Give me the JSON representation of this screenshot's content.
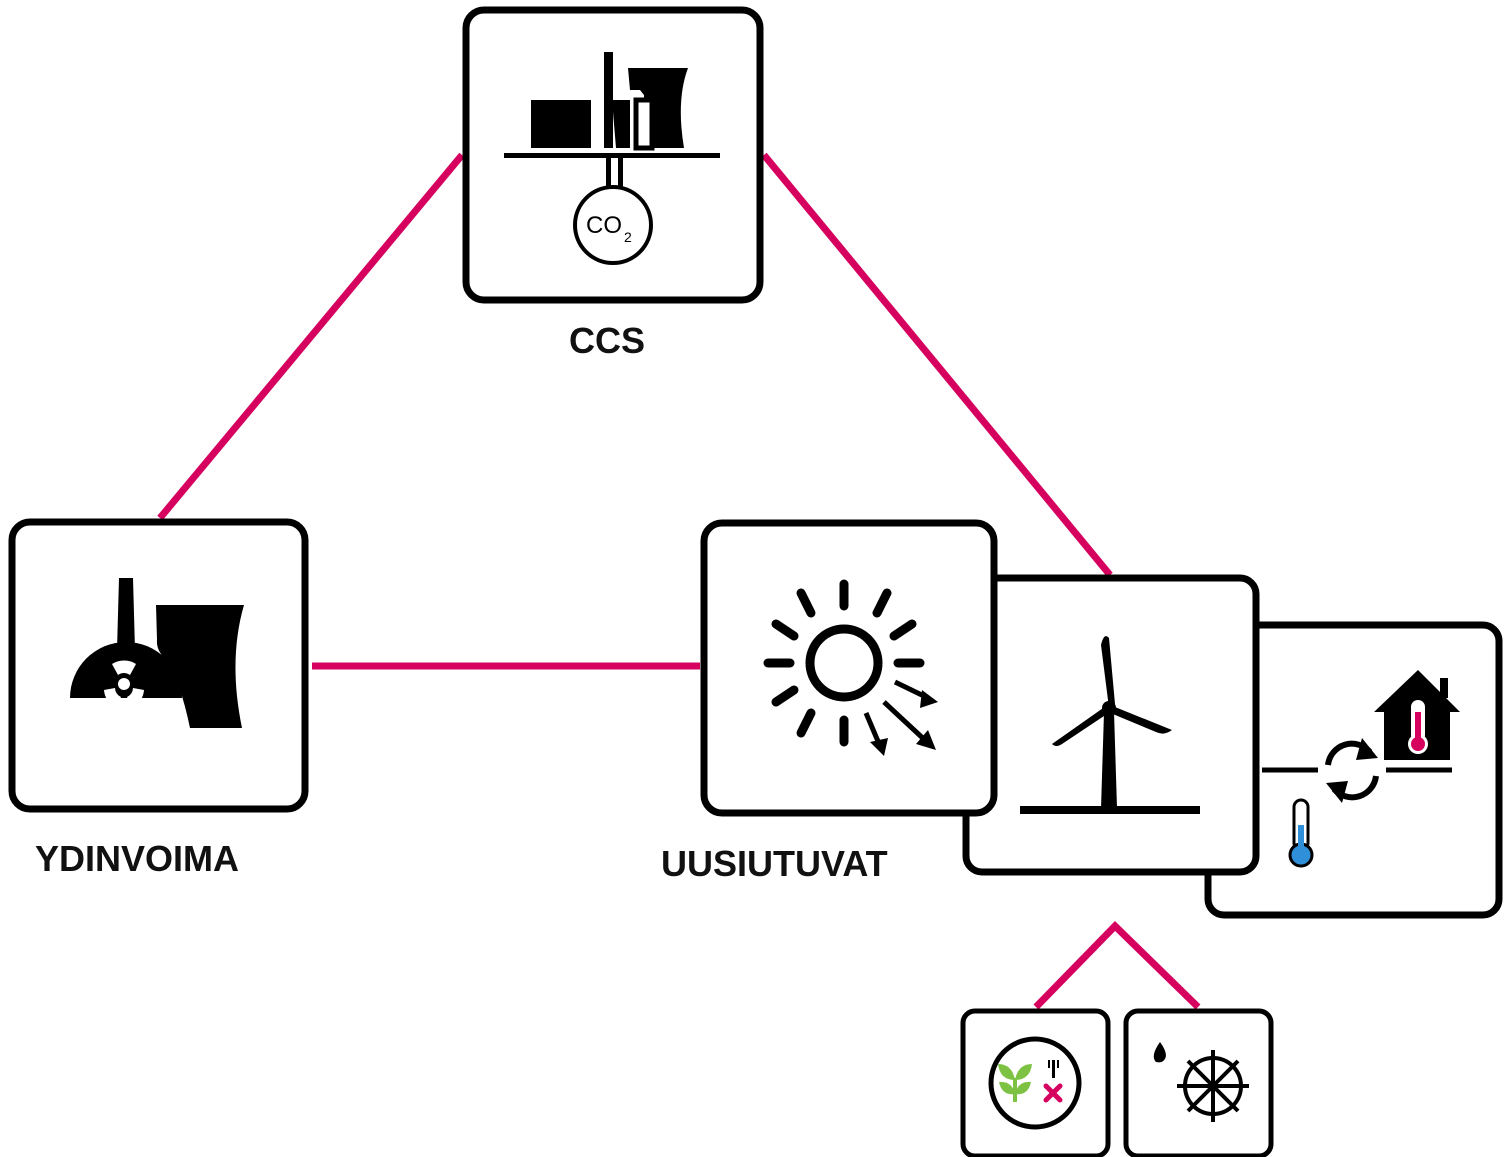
{
  "labels": {
    "ccs": "CCS",
    "nuclear": "YDINVOIMA",
    "renewables": "UUSIUTUVAT"
  },
  "icons": {
    "ccs": "ccs-plant-co2-storage-icon",
    "nuclear": "nuclear-power-plant-icon",
    "solar": "solar-sun-icon",
    "wind": "wind-turbine-icon",
    "heat": "geothermal-heat-exchange-icon",
    "bio": "sustainable-biofuel-icon",
    "hydro": "hydropower-water-wheel-icon",
    "co2_text": "CO",
    "co2_sub": "2"
  },
  "colors": {
    "connector": "#d6005f",
    "icon": "#000000",
    "bio_green": "#7dc242",
    "cold_blue": "#2f8fd8",
    "hot_pink": "#d6005f"
  }
}
